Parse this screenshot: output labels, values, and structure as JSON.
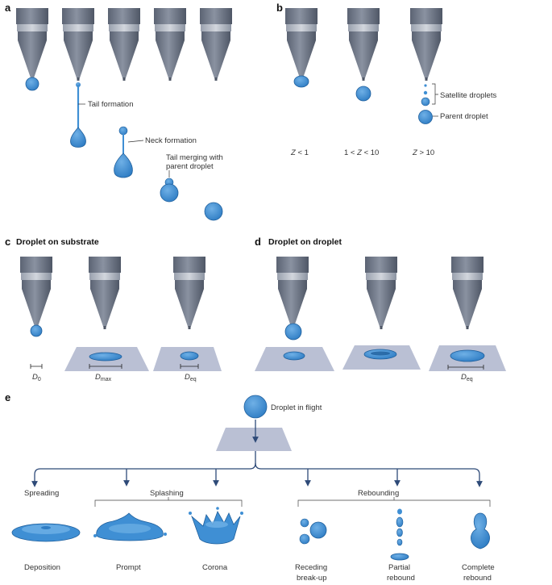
{
  "panels": {
    "a": {
      "letter": "a",
      "labels": {
        "tail": "Tail formation",
        "neck": "Neck formation",
        "merge_line1": "Tail merging with",
        "merge_line2": "parent droplet"
      }
    },
    "b": {
      "letter": "b",
      "labels": {
        "satellite": "Satellite droplets",
        "parent": "Parent droplet"
      },
      "conditions": [
        {
          "pre": "",
          "var": "Z",
          "post": " < 1"
        },
        {
          "pre": "1 < ",
          "var": "Z",
          "post": " < 10"
        },
        {
          "pre": "",
          "var": "Z",
          "post": " > 10"
        }
      ]
    },
    "c": {
      "letter": "c",
      "title": "Droplet on substrate",
      "labels": {
        "d0": "D",
        "d0_sub": "0",
        "dmax": "D",
        "dmax_sub": "max",
        "deq": "D",
        "deq_sub": "eq"
      }
    },
    "d": {
      "letter": "d",
      "title": "Droplet on droplet",
      "labels": {
        "deq": "D",
        "deq_sub": "eq"
      }
    },
    "e": {
      "letter": "e",
      "flight": "Droplet in flight",
      "categories": {
        "spreading": "Spreading",
        "splashing": "Splashing",
        "rebounding": "Rebounding"
      },
      "outcomes": {
        "deposition": "Deposition",
        "prompt": "Prompt",
        "corona": "Corona",
        "receding_1": "Receding",
        "receding_2": "break-up",
        "partial_1": "Partial",
        "partial_2": "rebound",
        "complete_1": "Complete",
        "complete_2": "rebound"
      }
    }
  },
  "colors": {
    "droplet": "#3f8fd4",
    "droplet_edge": "#1f5f9c",
    "nozzle": "#6d7585",
    "substrate": "#aeb5cc",
    "arrow": "#2e4a78"
  }
}
